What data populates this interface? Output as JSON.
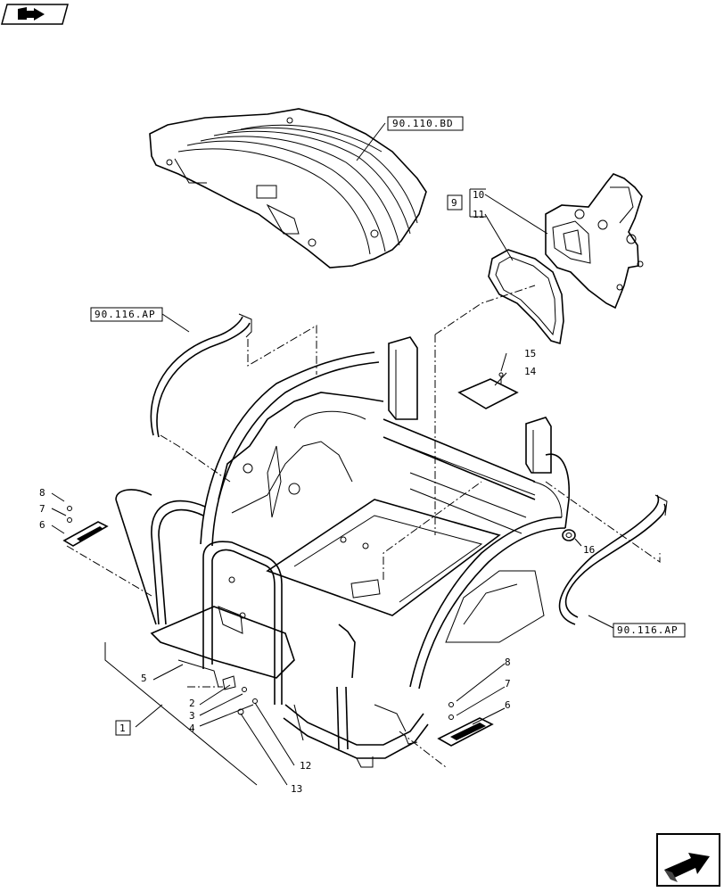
{
  "refs": {
    "top_panel": "90.110.BD",
    "left_hose": "90.116.AP",
    "right_hose": "90.116.AP",
    "box_1": "1",
    "box_9": "9"
  },
  "callouts": {
    "c10": "10",
    "c11": "11",
    "c15": "15",
    "c14": "14",
    "c8l": "8",
    "c7l": "7",
    "c6l": "6",
    "c16": "16",
    "c5": "5",
    "c2": "2",
    "c3": "3",
    "c4": "4",
    "c12": "12",
    "c13": "13",
    "c8r": "8",
    "c7r": "7",
    "c6r": "6"
  },
  "icons": {
    "top_left": "book-arrow-icon",
    "bottom_right": "next-page-arrow-icon"
  }
}
